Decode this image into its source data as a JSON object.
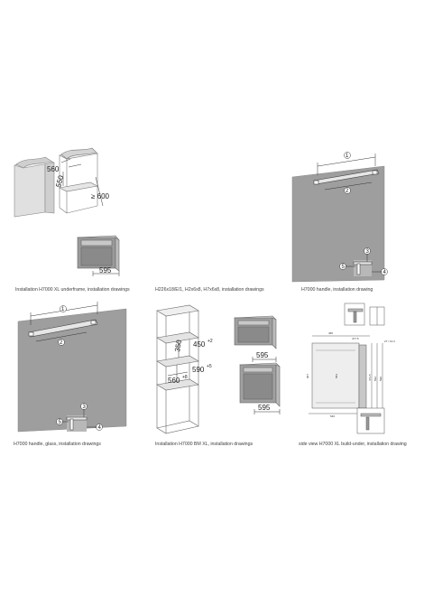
{
  "panels": [
    {
      "caption": "Installation H7000 XL underframe, installation drawings",
      "dims": {
        "d1": "560",
        "d2": "550",
        "d3": "≥ 600",
        "d4": "595"
      }
    },
    {
      "caption": "H226x18/E/1, H2x6x8, H7x6x8, installation drawings",
      "dims": {}
    },
    {
      "caption": "H7000 handle, installation drawing",
      "dims": {
        "c1": "1",
        "c2": "2",
        "c3": "3",
        "c4": "4",
        "c5": "5"
      }
    },
    {
      "caption": "H7000 handle, glass, installation drawings",
      "dims": {
        "c1": "1",
        "c2": "2",
        "c3": "3",
        "c4": "4",
        "c5": "5"
      }
    },
    {
      "caption": "Installation H7000 BM XL, installation drawings",
      "dims": {
        "d1": "450",
        "d1s": "+2",
        "d2": "590",
        "d2s": "+5",
        "d3": "350",
        "d4": "560",
        "d4s": "+8",
        "d5": "595",
        "d6": "595"
      }
    },
    {
      "caption": "side view H7000 XL build-under, installation drawing",
      "dims": {
        "t1": "465",
        "t2": "477.5",
        "t3": "546",
        "t4": "907",
        "t5": "583",
        "t6": "473.5",
        "t7": "592",
        "t8": "590",
        "t9": "27 / 13.3"
      }
    }
  ]
}
